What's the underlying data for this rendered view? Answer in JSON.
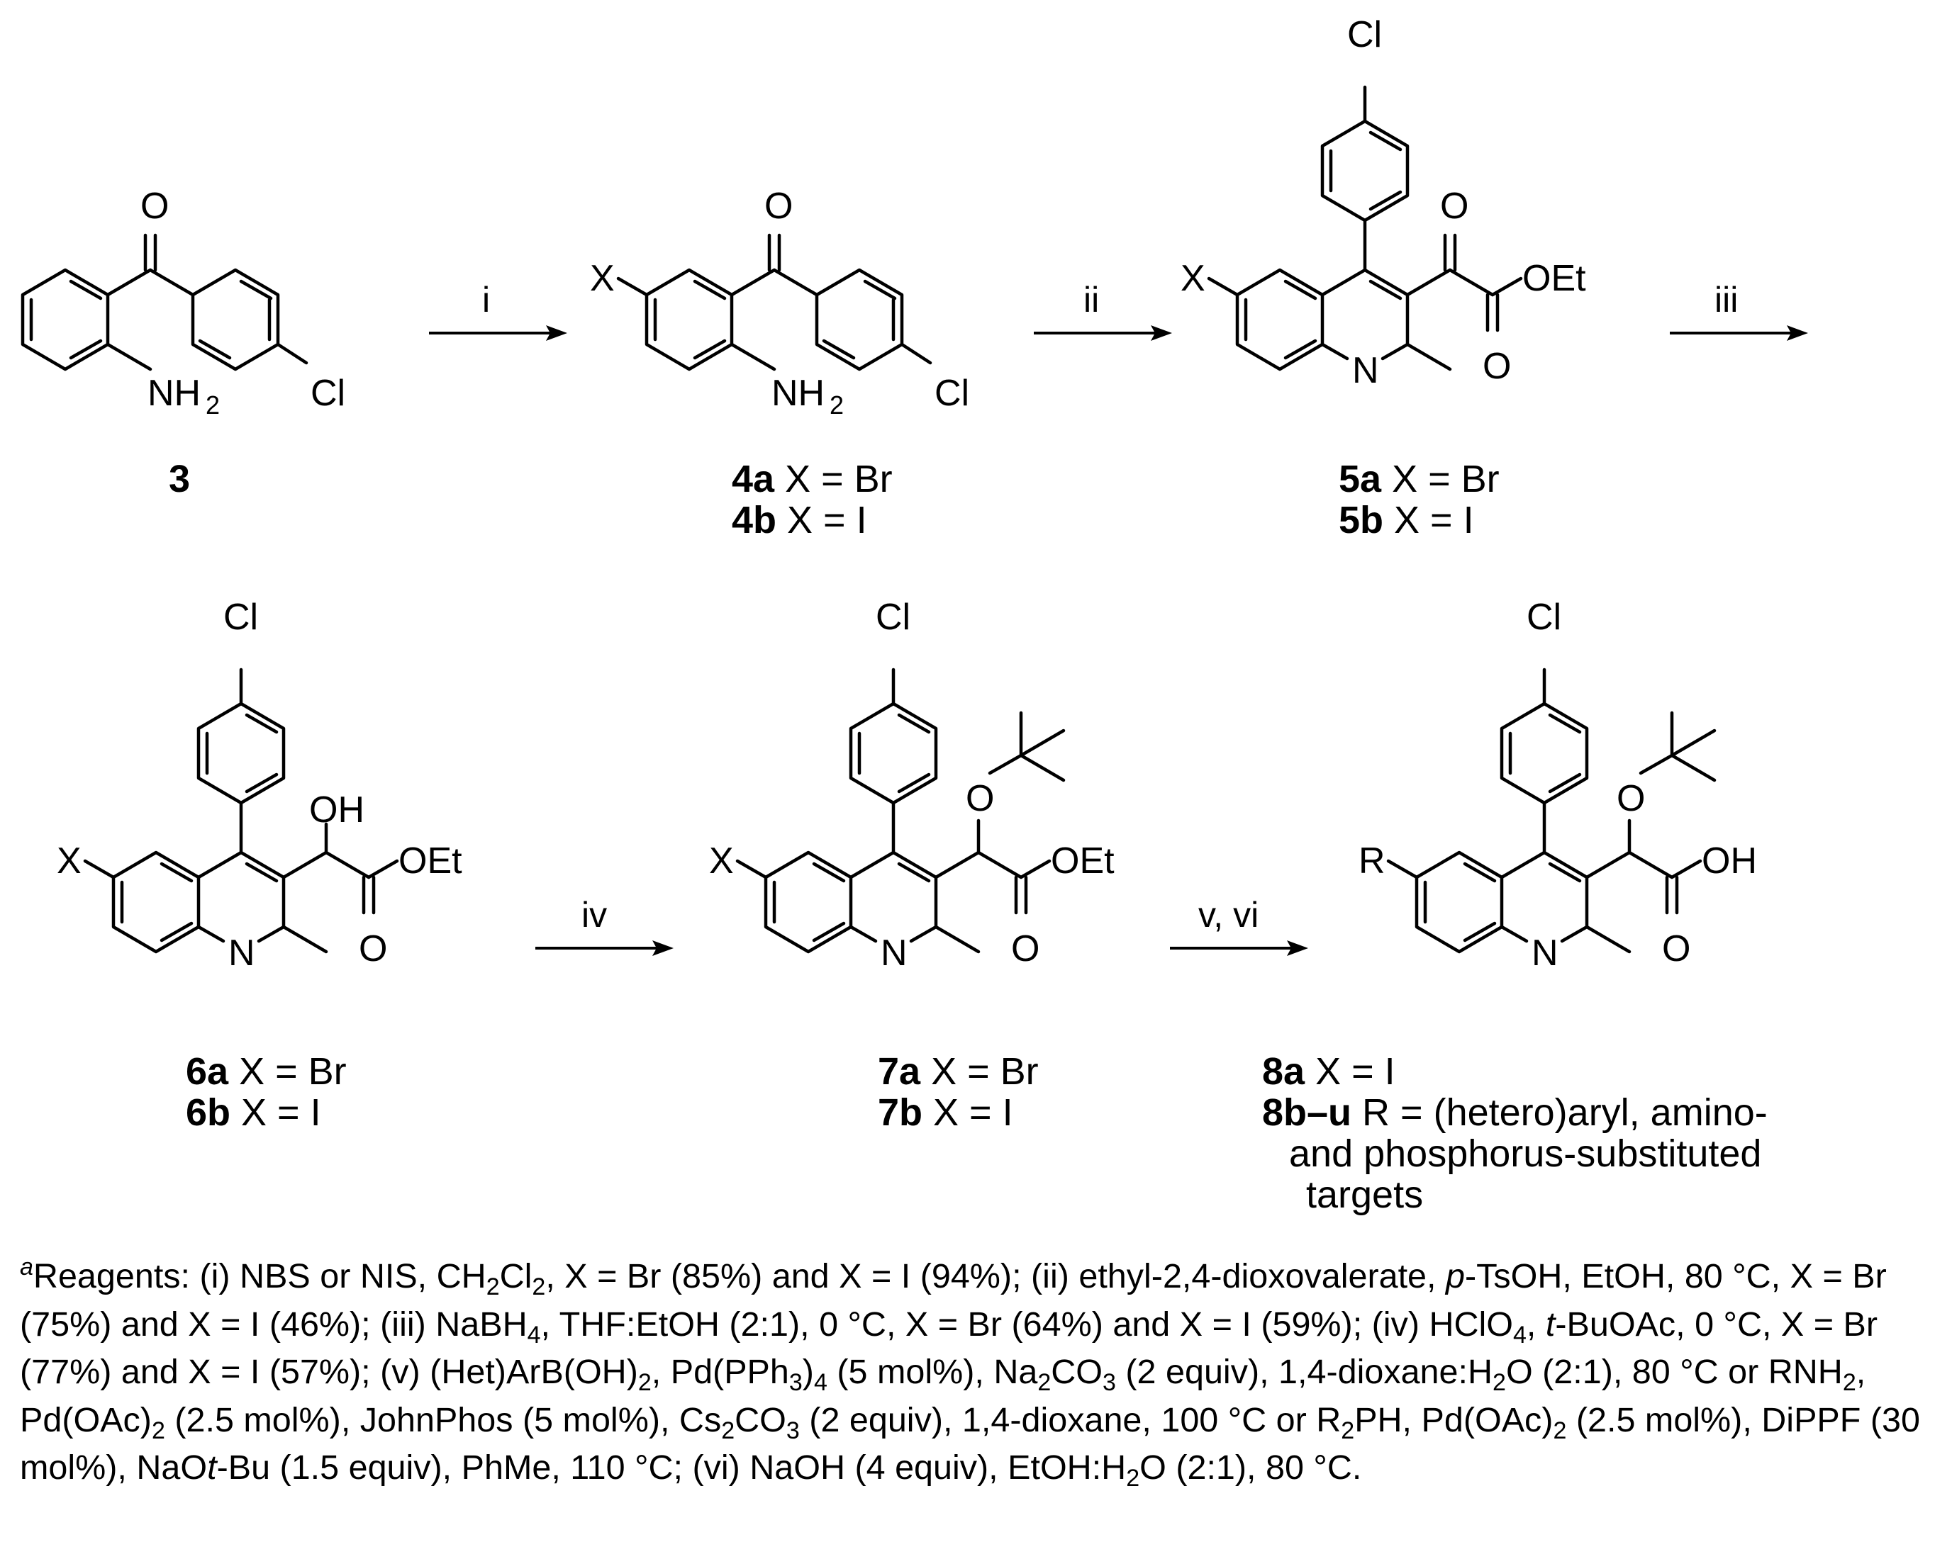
{
  "atoms": {
    "O": "O",
    "N": "N",
    "Cl": "Cl",
    "X": "X",
    "R": "R",
    "OH": "OH",
    "OEt": "OEt",
    "NH": "NH",
    "two": "2"
  },
  "compounds": {
    "c3": {
      "bold": "3",
      "rest": ""
    },
    "c4a": {
      "bold": "4a",
      "rest": " X = Br"
    },
    "c4b": {
      "bold": "4b",
      "rest": " X = I"
    },
    "c5a": {
      "bold": "5a",
      "rest": " X = Br"
    },
    "c5b": {
      "bold": "5b",
      "rest": " X = I"
    },
    "c6a": {
      "bold": "6a",
      "rest": " X = Br"
    },
    "c6b": {
      "bold": "6b",
      "rest": " X = I"
    },
    "c7a": {
      "bold": "7a",
      "rest": " X = Br"
    },
    "c7b": {
      "bold": "7b",
      "rest": " X = I"
    },
    "c8a": {
      "bold": "8a",
      "rest": " X = I"
    },
    "c8bu": {
      "bold": "8b–u",
      "rest": " R = (hetero)aryl, amino-",
      "line2": "and phosphorus-substituted",
      "line3": "targets"
    }
  },
  "arrows": {
    "a1": "i",
    "a2": "ii",
    "a3": "iii",
    "a4": "iv",
    "a5": "v, vi"
  },
  "footnote": {
    "sup_a": "a",
    "p1": "Reagents: (i) NBS or NIS, CH",
    "p2": "Cl",
    "p3": ", X = Br (85%) and X = I (94%); (ii) ethyl-2,4-dioxovalerate, ",
    "p_ital": "p",
    "p4": "-TsOH, EtOH, 80 °C, X = Br (75%) and X = I (46%); (iii) NaBH",
    "p5": ", THF:EtOH (2:1), 0 °C, X = Br (64%) and X = I (59%); (iv) HClO",
    "p6": ", ",
    "t_ital": "t",
    "p7": "-BuOAc, 0 °C, X = Br (77%) and X = I (57%); (v) (Het)ArB(OH)",
    "p8": ", Pd(PPh",
    "p9": ")",
    "p10": " (5 mol%), Na",
    "p11": "CO",
    "p12": " (2 equiv), 1,4-dioxane:H",
    "p13": "O (2:1), 80 °C or RNH",
    "p14": ", Pd(OAc)",
    "p15": " (2.5 mol%), JohnPhos (5 mol%), Cs",
    "p16": "CO",
    "p17": " (2 equiv), 1,4-dioxane, 100 °C or R",
    "p18": "PH, Pd(OAc)",
    "p19": " (2.5 mol%), DiPPF (30 mol%), NaO",
    "t_ital2": "t",
    "p20": "-Bu (1.5 equiv), PhMe, 110 °C; (vi) NaOH (4 equiv), EtOH:H",
    "p21": "O (2:1), 80 °C.",
    "sub2": "2",
    "sub3": "3",
    "sub4": "4"
  }
}
